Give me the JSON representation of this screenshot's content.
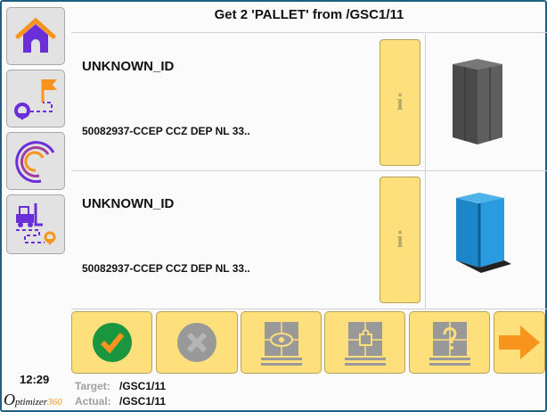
{
  "header": {
    "title": "Get 2 'PALLET' from /GSC1/11"
  },
  "sidebar": {
    "items": [
      {
        "name": "home"
      },
      {
        "name": "route"
      },
      {
        "name": "logo-swirl"
      },
      {
        "name": "forklift-route"
      }
    ]
  },
  "items": [
    {
      "id": "UNKNOWN_ID",
      "description": "50082937-CCEP  CCZ DEP NL 33..",
      "info_label": "i",
      "color": "#5a5a5a"
    },
    {
      "id": "UNKNOWN_ID",
      "description": "50082937-CCEP  CCZ DEP NL 33..",
      "info_label": "i",
      "color": "#1e8fd0"
    }
  ],
  "footer": {
    "time": "12:29",
    "target_label": "Target:",
    "target_value": "/GSC1/11",
    "actual_label": "Actual:",
    "actual_value": "/GSC1/11",
    "logo": "site Optimizer360"
  },
  "colors": {
    "accent": "#fde07c",
    "purple": "#6a2fd8",
    "orange": "#f7941d",
    "confirm": "#1a9641"
  }
}
